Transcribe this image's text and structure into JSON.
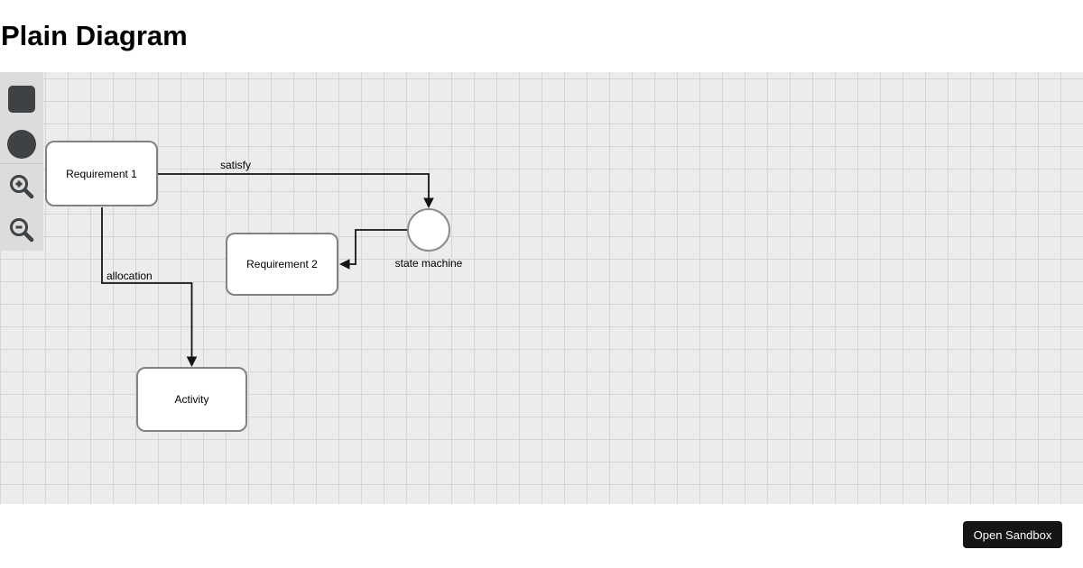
{
  "page": {
    "title": "Plain Diagram"
  },
  "toolbar": {
    "buttons": [
      {
        "name": "add-rectangle",
        "icon": "square-icon"
      },
      {
        "name": "add-circle",
        "icon": "circle-icon"
      },
      {
        "name": "zoom-in",
        "icon": "zoom-in-icon"
      },
      {
        "name": "zoom-out",
        "icon": "zoom-out-icon"
      }
    ]
  },
  "diagram": {
    "nodes": [
      {
        "id": "requirement-1",
        "label": "Requirement 1",
        "shape": "rounded-rect"
      },
      {
        "id": "requirement-2",
        "label": "Requirement 2",
        "shape": "rounded-rect"
      },
      {
        "id": "activity",
        "label": "Activity",
        "shape": "rounded-rect"
      },
      {
        "id": "state-machine",
        "label": "state machine",
        "shape": "circle"
      }
    ],
    "edges": [
      {
        "from": "requirement-1",
        "to": "state-machine",
        "label": "satisfy"
      },
      {
        "from": "state-machine",
        "to": "requirement-2",
        "label": ""
      },
      {
        "from": "requirement-1",
        "to": "activity",
        "label": "allocation"
      }
    ]
  },
  "footer": {
    "open_sandbox_label": "Open Sandbox"
  },
  "colors": {
    "canvas_bg": "#ececec",
    "grid_line": "#d6d6d6",
    "toolbar_bg": "#dcdcdc",
    "tool_icon": "#3e4245",
    "node_fill": "#ffffff",
    "node_border": "#828282",
    "edge": "#141414",
    "sandbox_button_bg": "#151515",
    "sandbox_button_text": "#ffffff"
  }
}
